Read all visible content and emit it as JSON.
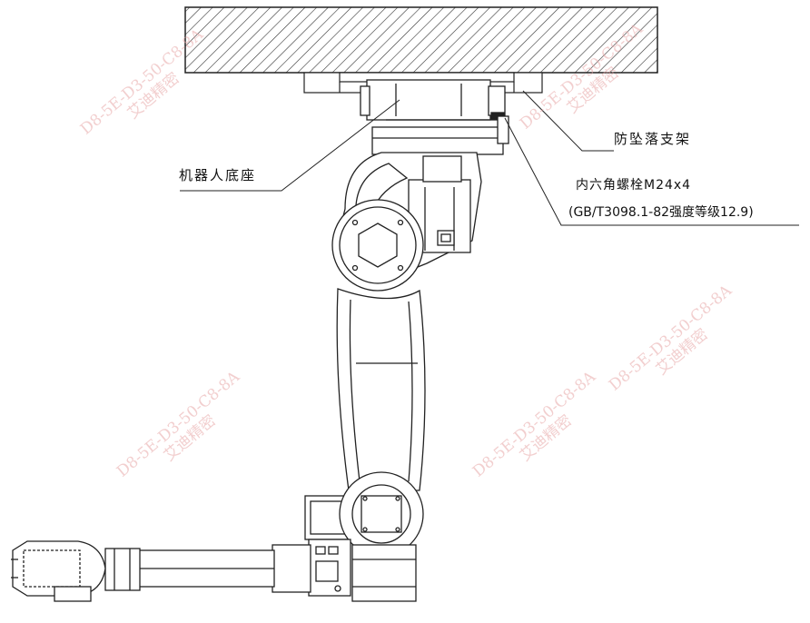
{
  "labels": {
    "robot_base": "机器人底座",
    "fall_protection_bracket": "防坠落支架",
    "bolt_line1": "内六角螺栓M24x4",
    "bolt_line2": "(GB/T3098.1-82强度等级12.9)"
  },
  "watermarks": [
    {
      "line1": "D8-5E-D3-50-C8-8A",
      "line2": "艾迪精密"
    },
    {
      "line1": "D8-5E-D3-50-C8-8A",
      "line2": "艾迪精密"
    },
    {
      "line1": "D8-5E-D3-50-C8-8A",
      "line2": "艾迪精密"
    },
    {
      "line1": "D8-5E-D3-50-C8-8A",
      "line2": "艾迪精密"
    },
    {
      "line1": "D8-5E-D3-50-C8-8A",
      "line2": "艾迪精密"
    }
  ],
  "colors": {
    "line": "#222222",
    "hatch": "#333333",
    "watermark": "#e8a8a8",
    "background": "#ffffff"
  }
}
